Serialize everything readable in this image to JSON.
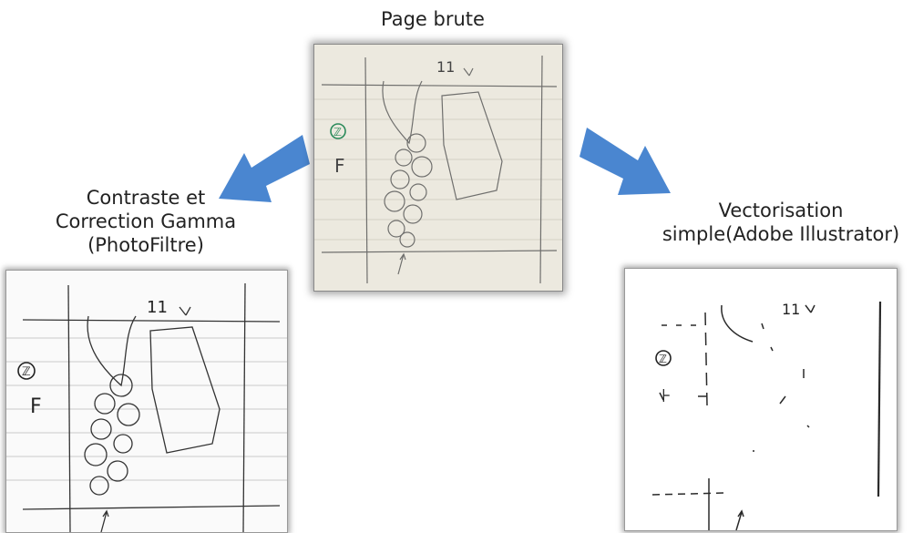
{
  "captions": {
    "raw_page": [
      "Page brute"
    ],
    "contrast": [
      "Contraste et",
      "Correction Gamma",
      "(PhotoFiltre)"
    ],
    "vector": [
      "Vectorisation",
      "simple(Adobe Illustrator)"
    ]
  },
  "sketch_labels": {
    "number": "11",
    "circled": "ℤ",
    "letter": "F"
  },
  "colors": {
    "arrow": "#4a86d0",
    "raw_bg": "#ece9df",
    "raw_ink": "#5a5a5a",
    "contrast_ink": "#333333",
    "vector_ink": "#2a2a2a",
    "circle_accent": "#2a8a5a"
  }
}
